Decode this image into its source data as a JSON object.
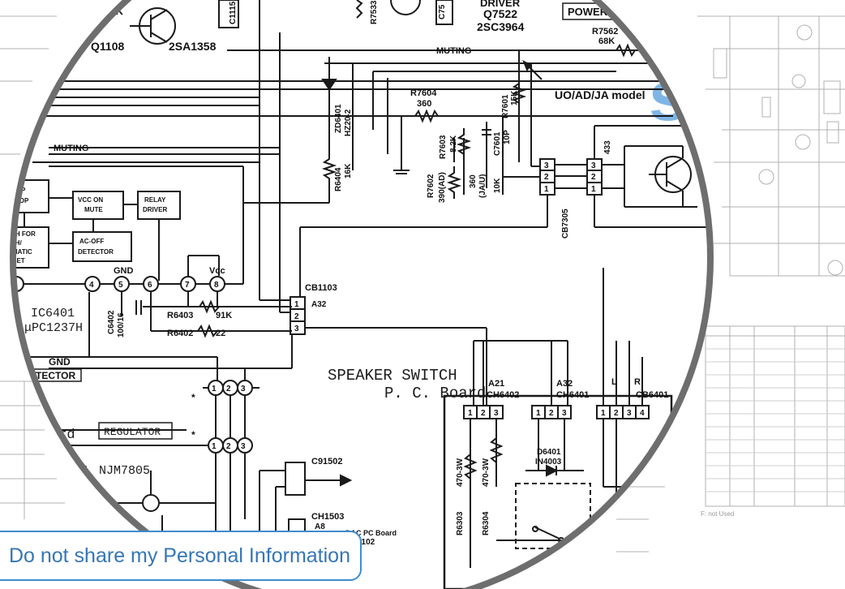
{
  "watermark": {
    "text": "sLib",
    "color": "#7fb6e6"
  },
  "magnifier": {
    "border_color": "#6e6e6e"
  },
  "privacy_link": {
    "label": "Do not share my Personal Information",
    "color": "#3576b8",
    "border_color": "#3f8ccd"
  },
  "schematic": {
    "top_labels": {
      "q1108": "Q1108",
      "q1108_part": "2SA1358",
      "r_1": "68K",
      "driver": "DRIVER",
      "q7522": "Q7522",
      "q7522_part": "2SC3964",
      "power": "POWER",
      "r7562": "R7562",
      "r7562_val": "68K",
      "r7533": "R7533",
      "c75": "C75",
      "c1115": "C1115"
    },
    "muting_top": "MUTING",
    "muting_left": "MUTING",
    "model_note": "UO/AD/JA model",
    "resistors": {
      "r7604": "R7604",
      "r7604_val": "360",
      "r7601": "R7601",
      "r7601_val": "15K",
      "r7603": "R7603",
      "r7603_val": "8.2K",
      "r7602": "R7602",
      "r7602_val": "390(AD)",
      "r_360": "360",
      "r_360b": "(JA/U)",
      "r_10k": "10K",
      "c7601": "C7601",
      "c7601_val": "10P",
      "r6404": "R6404",
      "r6404_val": "16K",
      "zd6401": "ZD6401",
      "zd6401_part": "HZ20-2",
      "r6403": "R6403",
      "r6403_val": "91K",
      "r6402": "R6402",
      "r6402_val": "22",
      "c6402": "C6402",
      "c6402_val": "100/16",
      "cb7305": "CB7305",
      "r433": "433"
    },
    "blocks": {
      "flip_flop_1": "FLIP",
      "flip_flop_2": "FLOP",
      "vcc_on_1": "VCC ON",
      "vcc_on_2": "MUTE",
      "relay_1": "RELAY",
      "relay_2": "DRIVER",
      "switch_1": "ITCH FOR",
      "switch_2": "TCH/",
      "switch_3": "TOMATIC",
      "switch_4": "RESET",
      "acoff_1": "AC-OFF",
      "acoff_2": "DETECTOR"
    },
    "pins": [
      "3",
      "4",
      "5",
      "6",
      "7",
      "8"
    ],
    "pin_labels": {
      "gnd": "GND",
      "vcc": "Vcc"
    },
    "ic": {
      "name": "IC6401",
      "part": "μPC1237H"
    },
    "connectors": {
      "cb1103": "CB1103",
      "cb1103_code": "A32",
      "ch6402": "CH6402",
      "ch6402_code": "A21",
      "ch6401": "CH6401",
      "ch6401_code": "A32",
      "cb6401": "CB6401",
      "lr_l": "L",
      "lr_r": "R",
      "c91502": "C91502",
      "ch1503": "CH1503",
      "ch1503_code": "A8",
      "dac_board": "DAC PC Board",
      "dac_code": "2102"
    },
    "gnd_detector_1": "GND",
    "gnd_detector_2": "ETECTOR",
    "board_left": "ard",
    "regulator": "REGULATOR",
    "reg_part": "NJM7805",
    "reg_prefix": "01",
    "speaker_switch_1": "SPEAKER SWITCH",
    "speaker_switch_2": "P. C. Board",
    "diode": "D6401",
    "diode_part": "IN4003",
    "r6303": "R6303",
    "r6303_val": "470-3W",
    "r6304": "R6304",
    "r6304_val": "470-3W",
    "asterisk": "*"
  },
  "table_bg": {
    "note": "F: not Used"
  }
}
